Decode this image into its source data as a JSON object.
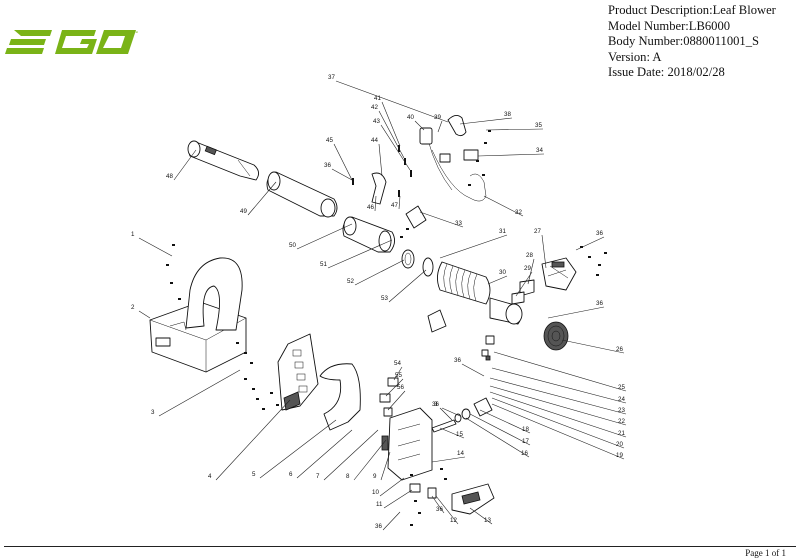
{
  "brand": {
    "logo_text": "EGO",
    "logo_color": "#7ab317"
  },
  "header": {
    "product_description": "Product Description:Leaf Blower",
    "model_number": "Model Number:LB6000",
    "body_number": "Body Number:0880011001_S",
    "version": "Version: A",
    "issue_date": "Issue Date: 2018/02/28"
  },
  "footer": {
    "page_label": "Page 1 of 1"
  },
  "callouts": [
    "1",
    "2",
    "3",
    "4",
    "5",
    "6",
    "7",
    "8",
    "9",
    "10",
    "11",
    "12",
    "13",
    "14",
    "15",
    "3",
    "16",
    "17",
    "18",
    "19",
    "20",
    "21",
    "22",
    "23",
    "24",
    "25",
    "26",
    "27",
    "28",
    "29",
    "30",
    "31",
    "32",
    "33",
    "34",
    "35",
    "36",
    "36",
    "36",
    "36",
    "36",
    "37",
    "38",
    "39",
    "40",
    "41",
    "42",
    "43",
    "44",
    "45",
    "46",
    "47",
    "48",
    "49",
    "50",
    "51",
    "52",
    "53",
    "54",
    "55",
    "56",
    "36",
    "36"
  ]
}
